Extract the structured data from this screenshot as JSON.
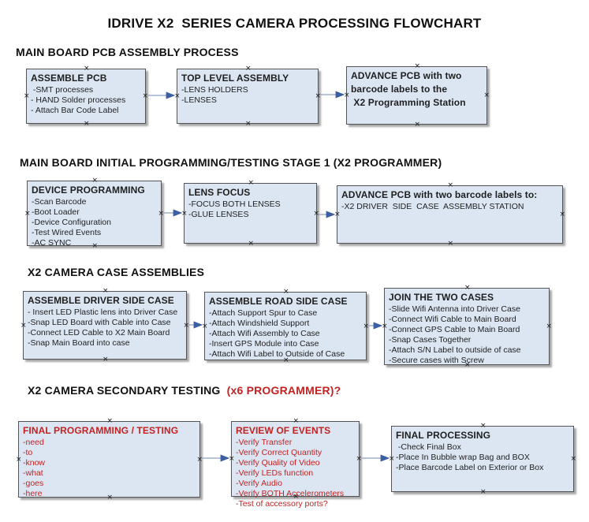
{
  "title": "IDRIVE X2  SERIES CAMERA PROCESSING FLOWCHART",
  "colors": {
    "box_fill": "#dce6f2",
    "box_border": "#545454",
    "box_shadow": "#a8a8a8",
    "arrow_line": "#8ba0c2",
    "arrow_head": "#3b5fa0",
    "red_text": "#c32222",
    "black_text": "#111111",
    "background": "#ffffff"
  },
  "icons": {
    "connection_point": "×",
    "arrow": "→"
  },
  "sections": [
    {
      "header": "MAIN BOARD PCB ASSEMBLY PROCESS",
      "boxes": [
        {
          "title": "ASSEMBLE PCB",
          "items": [
            " -SMT processes",
            "- HAND Solder processes",
            "- Attach Bar Code Label"
          ]
        },
        {
          "title": "TOP LEVEL ASSEMBLY",
          "items": [
            "-LENS HOLDERS",
            "-LENSES"
          ]
        },
        {
          "title": "ADVANCE PCB with two\nbarcode labels to the\n X2 Programming Station",
          "items": []
        }
      ]
    },
    {
      "header": "MAIN BOARD INITIAL PROGRAMMING/TESTING STAGE 1 (X2 PROGRAMMER)",
      "boxes": [
        {
          "title": "DEVICE PROGRAMMING",
          "items": [
            "-Scan Barcode",
            "-Boot Loader",
            "-Device Configuration",
            "-Test Wired Events",
            "-AC SYNC"
          ]
        },
        {
          "title": "LENS FOCUS",
          "items": [
            "-FOCUS BOTH LENSES",
            "-GLUE LENSES"
          ]
        },
        {
          "title": "ADVANCE PCB with two barcode labels to:",
          "items": [
            "-X2 DRIVER  SIDE  CASE  ASSEMBLY STATION"
          ]
        }
      ]
    },
    {
      "header": "X2 CAMERA CASE ASSEMBLIES",
      "boxes": [
        {
          "title": "ASSEMBLE DRIVER SIDE CASE",
          "items": [
            "- Insert LED Plastic lens into Driver Case",
            "-Snap LED Board with Cable into Case",
            "-Connect LED Cable to X2 Main Board",
            "-Snap Main Board into case"
          ]
        },
        {
          "title": "ASSEMBLE ROAD SIDE CASE",
          "items": [
            "-Attach Support Spur to Case",
            "-Attach Windshield Support",
            "-Attach Wifi Assembly to Case",
            "-Insert GPS Module into Case",
            "-Attach Wifi Label to Outside of Case"
          ]
        },
        {
          "title": "JOIN THE TWO CASES",
          "items": [
            "-Slide Wifi Antenna into Driver Case",
            "-Connect Wifi Cable to Main Board",
            "-Connect GPS Cable to Main Board",
            "-Snap Cases Together",
            "-Attach S/N Label to outside of case",
            "-Secure cases with Screw"
          ]
        }
      ]
    },
    {
      "header": "X2 CAMERA SECONDARY TESTING  ",
      "header_red": "(x6 PROGRAMMER)?",
      "boxes": [
        {
          "title": "FINAL PROGRAMMING / TESTING",
          "items": [
            "-need",
            "-to",
            "-know",
            "-what",
            "-goes",
            "-here"
          ]
        },
        {
          "title": "REVIEW OF EVENTS",
          "items": [
            "-Verify Transfer",
            "-Verify Correct Quantity",
            "-Verify Quality of Video",
            "-Verify LEDs function",
            "-Verify Audio",
            "-Verify BOTH Accelerometers",
            "-Test of accessory ports?"
          ]
        },
        {
          "title": "FINAL PROCESSING",
          "items": [
            " -Check Final Box",
            "-Place In Bubble wrap Bag and BOX",
            "-Place Barcode Label on Exterior or Box"
          ]
        }
      ]
    }
  ]
}
